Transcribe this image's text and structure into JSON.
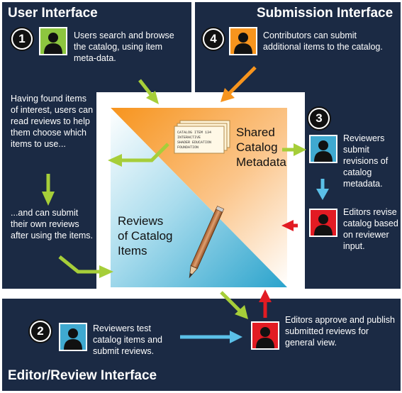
{
  "user_interface": {
    "title": "User Interface",
    "step_number": "1",
    "step1_text": "Users search and browse the catalog, using item meta-data.",
    "found_items_text": "Having found items of interest, users can read reviews to help them choose which items to use...",
    "submit_reviews_text": "...and can submit their own reviews after using the items."
  },
  "submission_interface": {
    "title": "Submission Interface",
    "step_number": "4",
    "step4_text": "Contributors can submit additional items to the catalog."
  },
  "center": {
    "shared_catalog_label": "Shared Catalog Metadata",
    "reviews_label": "Reviews of Catalog Items",
    "catalog_card_lines": [
      "CATALOG ITEM 134",
      "INTERACTIVE",
      "SHADER EDUCATION",
      "FOUNDATION"
    ]
  },
  "right_panel": {
    "step_number": "3",
    "reviewers_text": "Reviewers submit revisions of catalog metadata.",
    "editors_text": "Editors revise catalog based on reviewer input."
  },
  "editor_review_interface": {
    "title": "Editor/Review Interface",
    "step_number": "2",
    "reviewers_test_text": "Reviewers test catalog items and submit reviews.",
    "editors_approve_text": "Editors approve and publish submitted reviews for general view."
  },
  "colors": {
    "panel": "#1b2a44",
    "user_green": "#8dc63f",
    "contributor_orange": "#f7941d",
    "reviewer_blue": "#3fa9d0",
    "editor_red": "#e21b23",
    "arrow_green": "#a6ce39",
    "arrow_orange": "#f7941d",
    "arrow_blue": "#5bc0e8",
    "arrow_red": "#e21b23"
  },
  "icons": [
    "person-icon",
    "pencil-icon",
    "catalog-card-icon"
  ]
}
